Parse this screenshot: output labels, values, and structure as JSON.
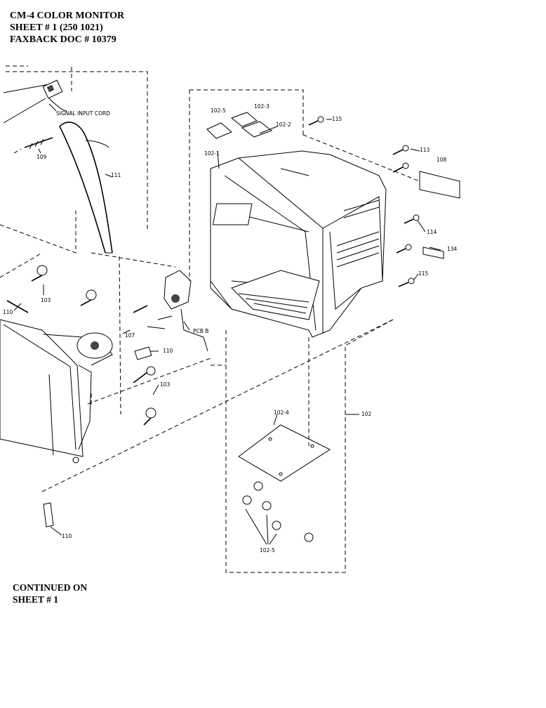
{
  "header": {
    "line1": "CM-4 COLOR MONITOR",
    "line2": "SHEET # 1   (250 1021)",
    "line3": "FAXBACK DOC # 10379"
  },
  "labels": {
    "signal_input_cord": "SIGNAL INPUT CORD",
    "p109": "109",
    "p111": "111",
    "p102_5a": "102-5",
    "p102_3": "102-3",
    "p102_2": "102-2",
    "p102_1": "102-1",
    "p115a": "115",
    "p113": "113",
    "p108": "108",
    "p114": "114",
    "p134": "134",
    "p115b": "115",
    "p103a": "103",
    "p110a": "110",
    "p107": "107",
    "pcb_b": "PCB B",
    "p110b": "110",
    "p103b": "103",
    "p102_4": "102-4",
    "p102": "102",
    "p110c": "110",
    "p102_5b": "102-5"
  },
  "footer": {
    "line1": "CONTINUED ON",
    "line2": "SHEET # 1"
  }
}
